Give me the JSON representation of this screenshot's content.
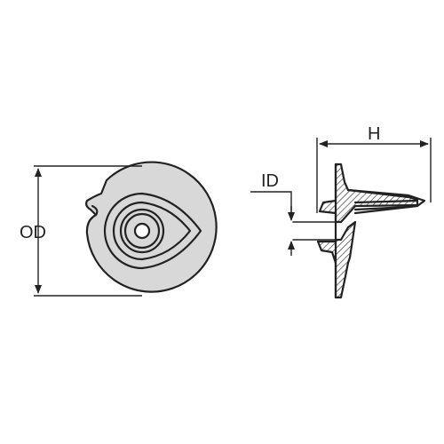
{
  "labels": {
    "od": "OD",
    "id": "ID",
    "h": "H"
  },
  "colors": {
    "line": "#222222",
    "part_fill": "#d8d8d8",
    "background": "#ffffff"
  }
}
